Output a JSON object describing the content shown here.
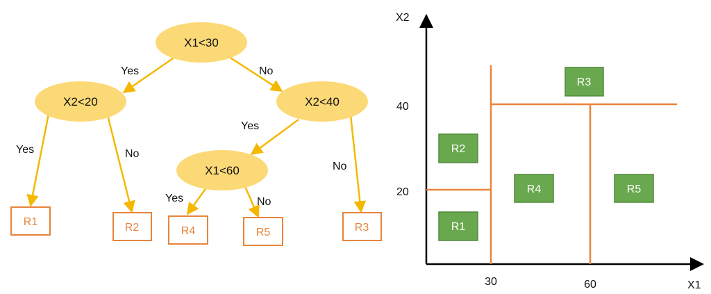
{
  "tree": {
    "nodes": {
      "root": "X1<30",
      "left": "X2<20",
      "right": "X2<40",
      "mid": "X1<60"
    },
    "edges": {
      "root_yes": "Yes",
      "root_no": "No",
      "left_yes": "Yes",
      "left_no": "No",
      "right_yes": "Yes",
      "right_no": "No",
      "mid_yes": "Yes",
      "mid_no": "No"
    },
    "leaves": {
      "r1": "R1",
      "r2": "R2",
      "r4": "R4",
      "r5": "R5",
      "r3": "R3"
    }
  },
  "partition": {
    "x_axis_label": "X1",
    "y_axis_label": "X2",
    "x_ticks": [
      "30",
      "60"
    ],
    "y_ticks": [
      "40",
      "20"
    ],
    "regions": {
      "r1": "R1",
      "r2": "R2",
      "r3": "R3",
      "r4": "R4",
      "r5": "R5"
    }
  },
  "colors": {
    "node_fill": "#fcd977",
    "arrow": "#f5b800",
    "leaf_border": "#e8843c",
    "split_line": "#e8843c",
    "region_fill": "#6aa84f",
    "region_border": "#4f8a3a"
  }
}
